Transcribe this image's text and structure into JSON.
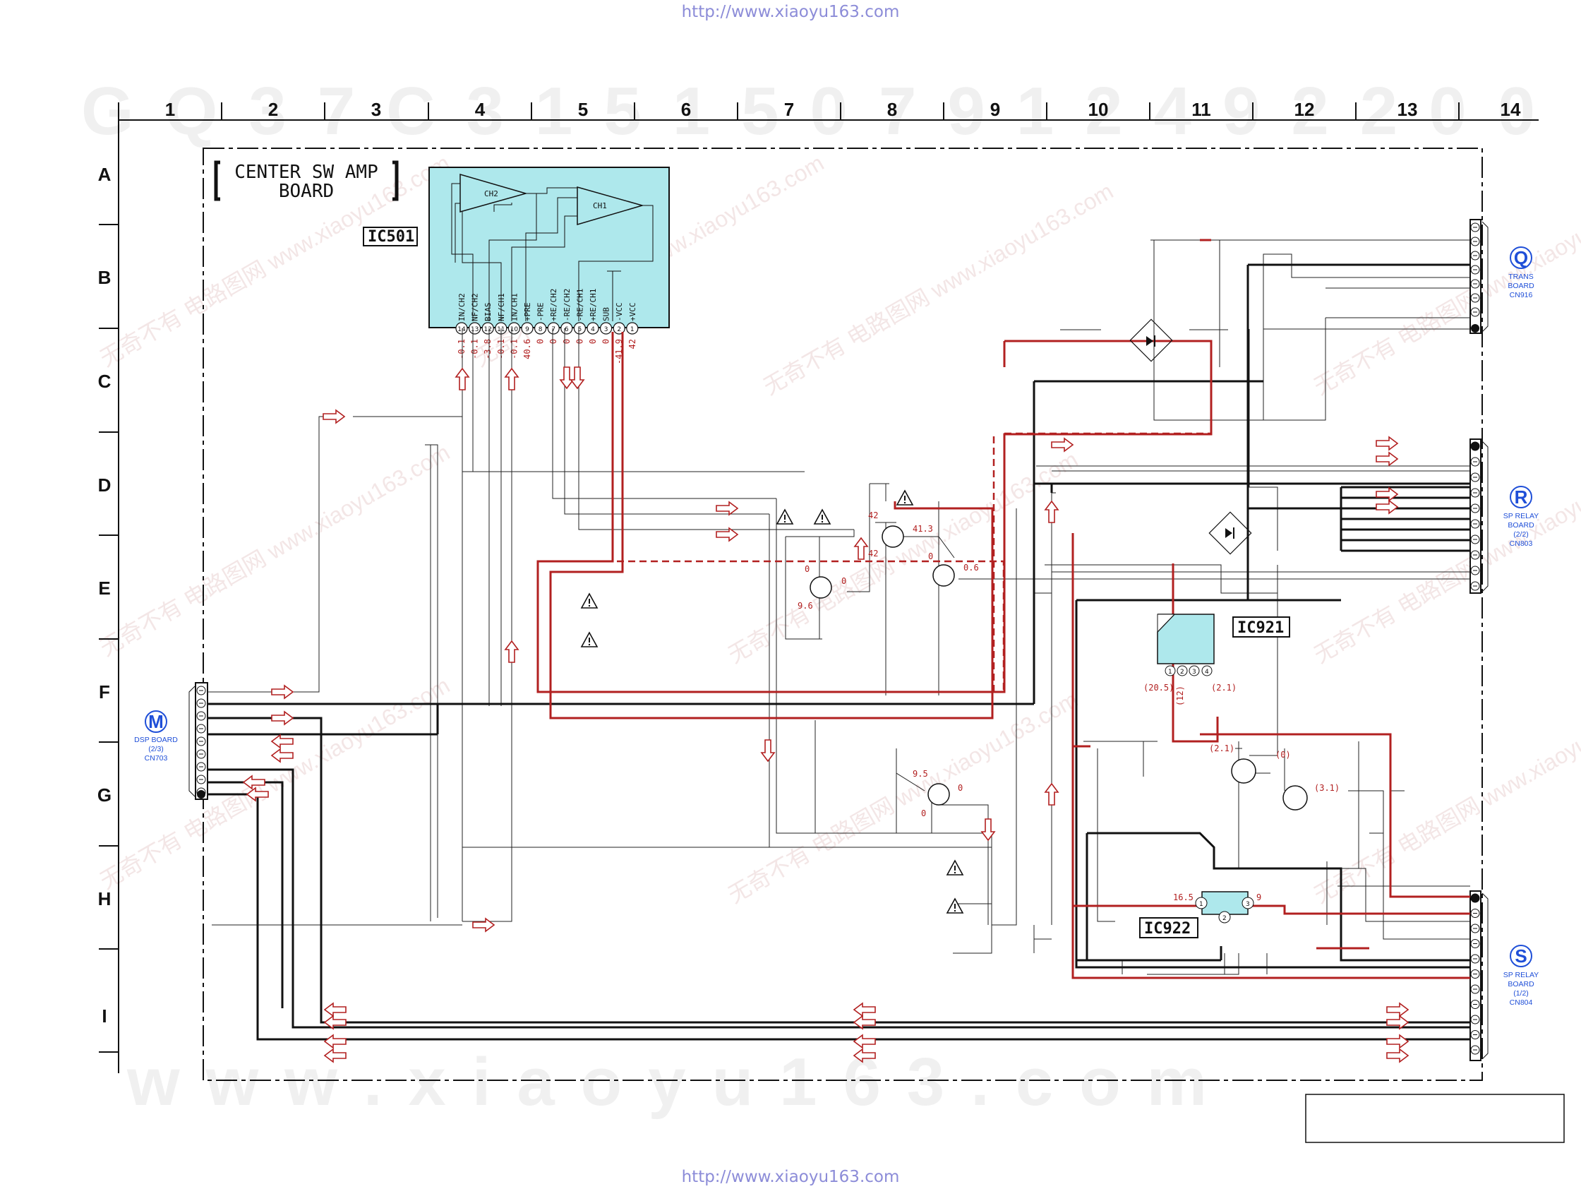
{
  "header_url": "http://www.xiaoyu163.com",
  "footer_url": "http://www.xiaoyu163.com",
  "grid": {
    "columns": [
      "1",
      "2",
      "3",
      "4",
      "5",
      "6",
      "7",
      "8",
      "9",
      "10",
      "11",
      "12",
      "13",
      "14"
    ],
    "rows": [
      "A",
      "B",
      "C",
      "D",
      "E",
      "F",
      "G",
      "H",
      "I"
    ]
  },
  "board_title": {
    "line1": "CENTER SW AMP",
    "line2": "BOARD"
  },
  "ic501": {
    "label": "IC501",
    "amp_labels": [
      "CH2",
      "CH1"
    ],
    "pins": [
      {
        "num": "14",
        "name": "IN/CH2",
        "volt": "-0.1"
      },
      {
        "num": "13",
        "name": "NF/CH2",
        "volt": "-0.1"
      },
      {
        "num": "12",
        "name": "BIAS",
        "volt": "-3.8"
      },
      {
        "num": "11",
        "name": "NF/CH1",
        "volt": "-0.1"
      },
      {
        "num": "10",
        "name": "IN/CH1",
        "volt": "-0.1"
      },
      {
        "num": "9",
        "name": "+PRE",
        "volt": "40.6"
      },
      {
        "num": "8",
        "name": "-PRE",
        "volt": "0"
      },
      {
        "num": "7",
        "name": "+RE/CH2",
        "volt": "0"
      },
      {
        "num": "6",
        "name": "-RE/CH2",
        "volt": "0"
      },
      {
        "num": "5",
        "name": "-RE/CH1",
        "volt": "0"
      },
      {
        "num": "4",
        "name": "+RE/CH1",
        "volt": "0"
      },
      {
        "num": "3",
        "name": "SUB",
        "volt": "0"
      },
      {
        "num": "2",
        "name": "-VCC",
        "volt": "-41.9"
      },
      {
        "num": "1",
        "name": "+VCC",
        "volt": "42"
      }
    ]
  },
  "ic921": {
    "label": "IC921",
    "pins": [
      "1",
      "2",
      "3",
      "4"
    ],
    "volts": [
      "(20.5)",
      "(12)",
      "(2.1)"
    ]
  },
  "ic922": {
    "label": "IC922",
    "pins": [
      "1",
      "2",
      "3"
    ],
    "volts": [
      "16.5",
      "9"
    ]
  },
  "transistor_volts": {
    "q_e_base": "0",
    "q_e_col": "0",
    "q_e_emit": "9.6",
    "q_d8_base": "42",
    "q_d8_col": "41.3",
    "q_d8_emit": "42",
    "q_e9_base": "0",
    "q_e9_col": "0.6",
    "q_g_base": "9.5",
    "q_g_col": "0",
    "q_g_emit": "0",
    "q_g12a": "(2.1)",
    "q_g12b": "(0)",
    "q_g12c": "(3.1)"
  },
  "connectors": {
    "M": {
      "letter": "M",
      "lines": [
        "DSP BOARD",
        "(2/3)",
        "CN703"
      ],
      "pins": 9
    },
    "Q": {
      "letter": "Q",
      "lines": [
        "TRANS",
        "BOARD",
        "CN916"
      ],
      "pins": 7
    },
    "R": {
      "letter": "R",
      "lines": [
        "SP RELAY",
        "BOARD",
        "(2/2)",
        "CN803"
      ],
      "pins": 10
    },
    "S": {
      "letter": "S",
      "lines": [
        "SP RELAY",
        "BOARD",
        "(1/2)",
        "CN804"
      ],
      "pins": 11
    }
  },
  "colors": {
    "signal_red": "#b22020",
    "ic_fill": "#aee8ec",
    "connector_blue": "#1f4fd8",
    "line": "#111111"
  }
}
